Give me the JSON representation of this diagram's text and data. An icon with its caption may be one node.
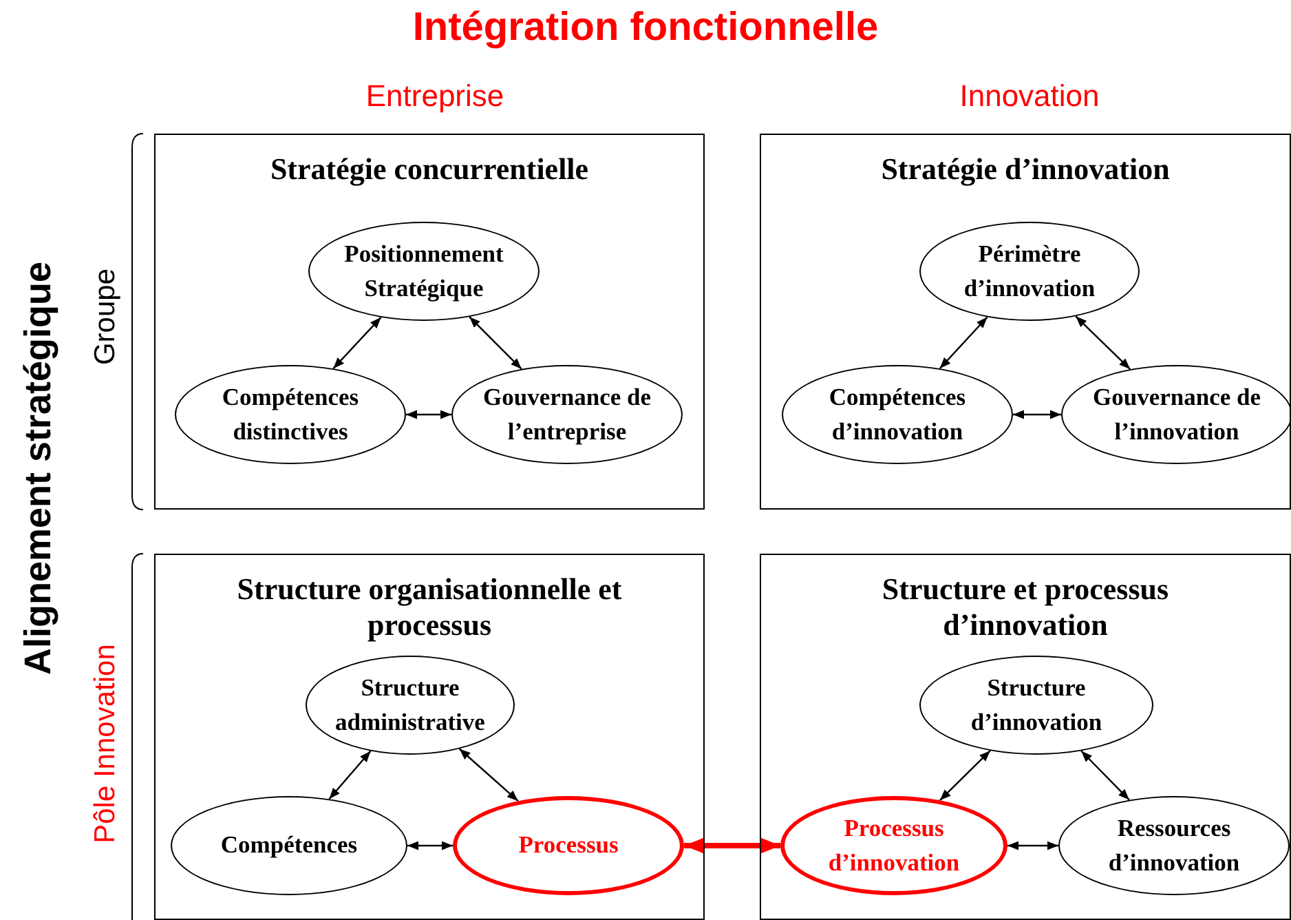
{
  "diagram": {
    "title": "Intégration fonctionnelle",
    "nodes": [
      {
        "text": [
          "Stratégie concurrentielle"
        ]
      },
      {
        "text": [
          "Positionnement Stratégique"
        ],
        "in": 0
      },
      {
        "text": [
          "Compétences distinctives"
        ],
        "in": 0
      },
      {
        "text": [
          "Gouvernance de l’entreprise"
        ],
        "in": 0
      },
      {
        "text": [
          "Stratégie d’innovation"
        ]
      },
      {
        "text": [
          "Périmètre d’innovation"
        ],
        "in": 4
      },
      {
        "text": [
          "Compétences d’innovation"
        ],
        "in": 4
      },
      {
        "text": [
          "Gouvernance de l’innovation"
        ],
        "in": 4
      },
      {
        "text": [
          "Structure organisationnelle et processus"
        ]
      },
      {
        "text": [
          "Structure administrative"
        ],
        "in": 8
      },
      {
        "text": [
          "Compétences"
        ],
        "in": 8
      },
      {
        "text": [
          "Processus"
        ],
        "in": 8
      },
      {
        "text": [
          "Structure et processus d’innovation"
        ]
      },
      {
        "text": [
          "Structure d’innovation"
        ],
        "in": 12
      },
      {
        "text": [
          "Processus d’innovation"
        ],
        "in": 12
      },
      {
        "text": [
          "Ressources d’innovation"
        ],
        "in": 12
      }
    ],
    "edges": [
      {
        "from": 1,
        "to": 2,
        "arrow": "both"
      },
      {
        "from": 1,
        "to": 3,
        "arrow": "both"
      },
      {
        "from": 2,
        "to": 3,
        "arrow": "both"
      },
      {
        "from": 5,
        "to": 6,
        "arrow": "both"
      },
      {
        "from": 5,
        "to": 7,
        "arrow": "both"
      },
      {
        "from": 6,
        "to": 7,
        "arrow": "both"
      },
      {
        "from": 9,
        "to": 10,
        "arrow": "both"
      },
      {
        "from": 9,
        "to": 11,
        "arrow": "both"
      },
      {
        "from": 10,
        "to": 11,
        "arrow": "both"
      },
      {
        "from": 11,
        "to": 14,
        "arrow": "both",
        "style": "thick",
        "color": "#ff0000"
      },
      {
        "from": 13,
        "to": 14,
        "arrow": "both"
      },
      {
        "from": 13,
        "to": 15,
        "arrow": "both"
      },
      {
        "from": 14,
        "to": 15,
        "arrow": "both"
      }
    ],
    "labels": [
      "Entreprise",
      "Innovation",
      "Alignement stratégique",
      "Groupe",
      "Pôle Innovation"
    ]
  }
}
